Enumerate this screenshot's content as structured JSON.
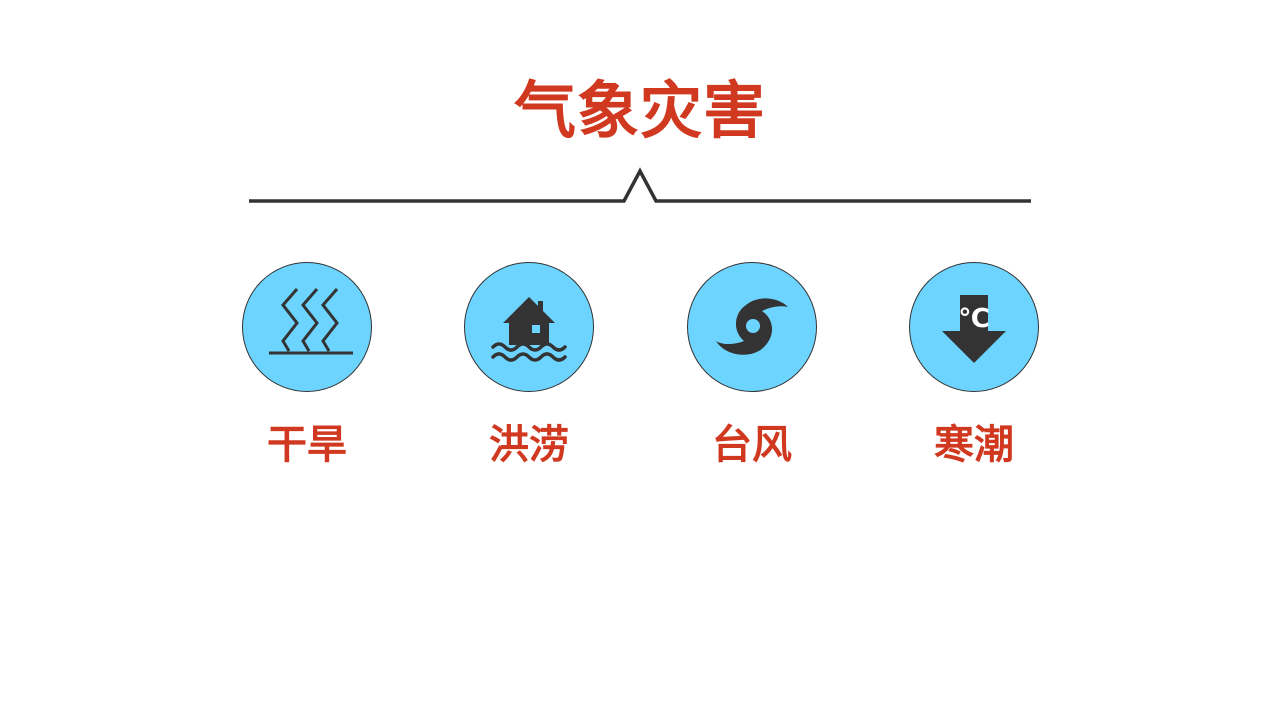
{
  "title": "气象灾害",
  "colors": {
    "accent": "#D0391F",
    "circle_fill": "#6DD4FF",
    "icon": "#333333",
    "divider": "#333333"
  },
  "items": [
    {
      "label": "干旱",
      "icon": "heat-waves-icon"
    },
    {
      "label": "洪涝",
      "icon": "flooded-house-icon"
    },
    {
      "label": "台风",
      "icon": "typhoon-icon"
    },
    {
      "label": "寒潮",
      "icon": "temperature-drop-icon",
      "icon_text": "℃"
    }
  ]
}
